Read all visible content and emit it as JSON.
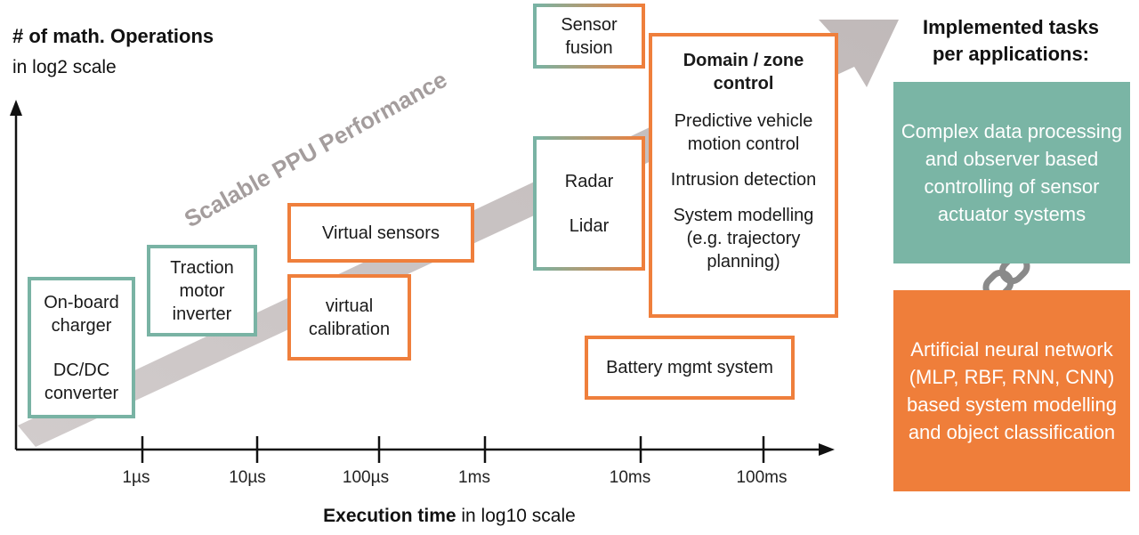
{
  "axes": {
    "y_title": "# of math. Operations",
    "y_subtitle": "in log2 scale",
    "x_title_bold": "Execution time",
    "x_title_rest": " in log10 scale",
    "x_ticks": [
      "1µs",
      "10µs",
      "100µs",
      "1ms",
      "10ms",
      "100ms"
    ]
  },
  "arrow_label": "Scalable PPU Performance",
  "boxes": {
    "onboard_charger": {
      "line1": "On-board",
      "line2": "charger",
      "line3": "DC/DC",
      "line4": "converter"
    },
    "traction": {
      "line1": "Traction",
      "line2": "motor",
      "line3": "inverter"
    },
    "virtual_sensors": {
      "line1": "Virtual sensors"
    },
    "virtual_calibration": {
      "line1": "virtual",
      "line2": "calibration"
    },
    "sensor_fusion": {
      "line1": "Sensor",
      "line2": "fusion"
    },
    "radar_lidar": {
      "line1": "Radar",
      "line2": "Lidar"
    },
    "domain": {
      "title1": "Domain / zone",
      "title2": "control",
      "item1a": "Predictive vehicle",
      "item1b": "motion control",
      "item2": "Intrusion detection",
      "item3a": "System modelling",
      "item3b": "(e.g. trajectory",
      "item3c": "planning)"
    },
    "battery": {
      "line1": "Battery mgmt system"
    }
  },
  "legend": {
    "title1": "Implemented tasks",
    "title2": "per applications:",
    "teal_text": "Complex data processing and observer based controlling of sensor actuator systems",
    "orange_text": "Artificial neural network (MLP, RBF, RNN, CNN) based system modelling and object classification"
  },
  "colors": {
    "teal": "#79b3a4",
    "orange": "#ef7f3c",
    "arrow_gray": "#c4bebe",
    "arrow_label_gray": "#a49d9d"
  },
  "icons": [
    "chain-link-icon"
  ]
}
